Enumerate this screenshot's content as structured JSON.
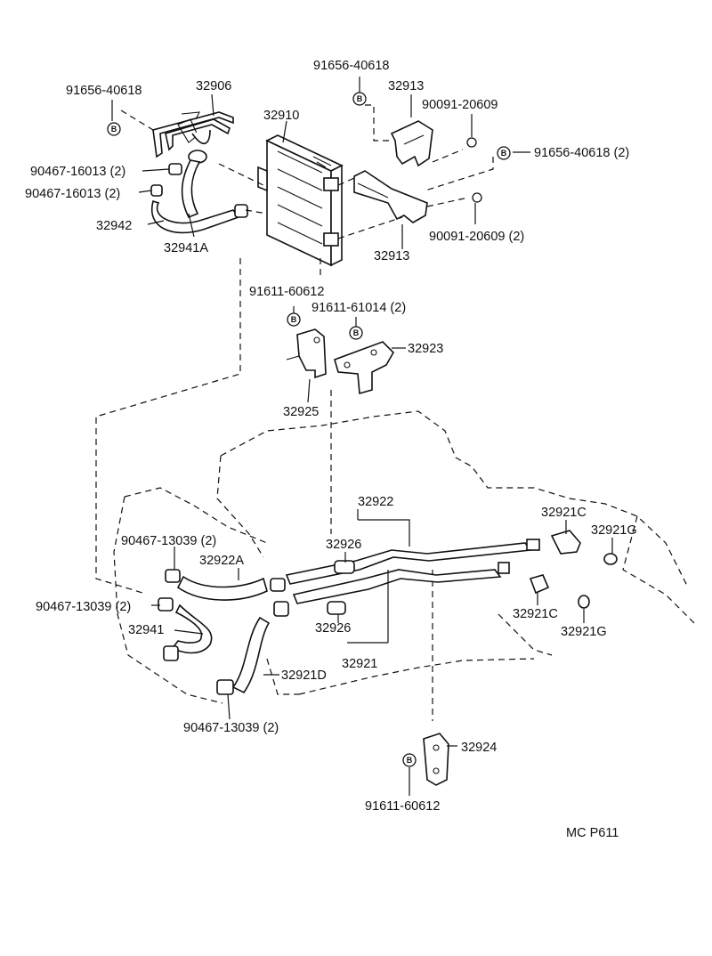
{
  "code": "MC P611",
  "bolt_symbol": "B",
  "labels": {
    "p91656_40618_a": "91656-40618",
    "p32906": "32906",
    "p91656_40618_b": "91656-40618",
    "p32913_top": "32913",
    "p32910": "32910",
    "p90091_20609": "90091-20609",
    "p91656_40618_c": "91656-40618 (2)",
    "p90467_16013_a": "90467-16013 (2)",
    "p90467_16013_b": "90467-16013 (2)",
    "p32942": "32942",
    "p32941A": "32941A",
    "p90091_20609_2": "90091-20609 (2)",
    "p32913_bottom": "32913",
    "p91611_60612_a": "91611-60612",
    "p91611_61014": "91611-61014 (2)",
    "p32923": "32923",
    "p32925": "32925",
    "p32922": "32922",
    "p32921C_a": "32921C",
    "p32921G_a": "32921G",
    "p90467_13039_a": "90467-13039 (2)",
    "p32926_a": "32926",
    "p32922A": "32922A",
    "p90467_13039_b": "90467-13039 (2)",
    "p32941": "32941",
    "p32926_b": "32926",
    "p32921C_b": "32921C",
    "p32921G_b": "32921G",
    "p32921": "32921",
    "p32921D": "32921D",
    "p90467_13039_c": "90467-13039 (2)",
    "p32924": "32924",
    "p91611_60612_b": "91611-60612"
  }
}
